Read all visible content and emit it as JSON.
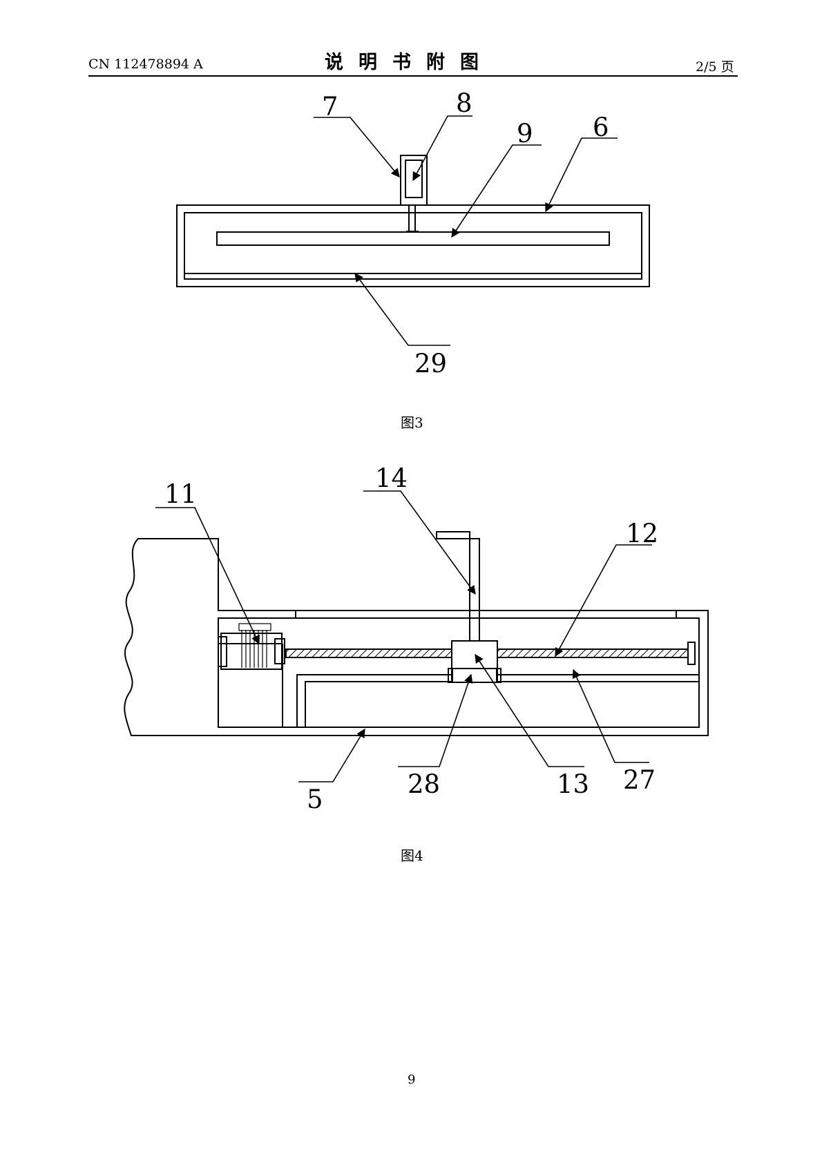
{
  "header": {
    "pub_number": "CN 112478894 A",
    "title": "说明书附图",
    "page_ref": "2/5 页"
  },
  "figures": [
    {
      "caption": "图3",
      "labels": [
        "7",
        "8",
        "9",
        "6",
        "29"
      ]
    },
    {
      "caption": "图4",
      "labels": [
        "11",
        "14",
        "12",
        "5",
        "28",
        "13",
        "27"
      ]
    }
  ],
  "footer": {
    "page_number": "9"
  }
}
